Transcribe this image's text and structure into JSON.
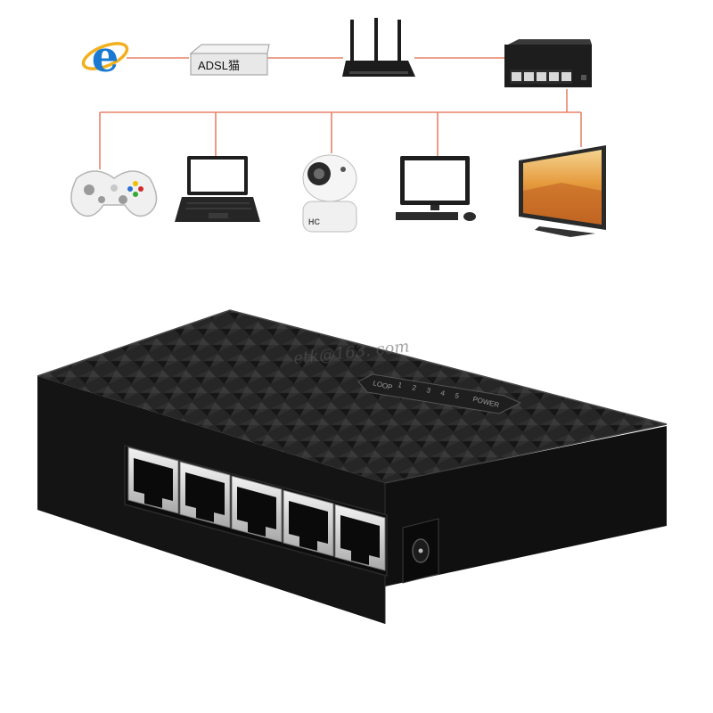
{
  "diagram": {
    "modem_label": "ADSL猫",
    "top_devices": [
      {
        "name": "internet-explorer-icon"
      },
      {
        "name": "adsl-modem"
      },
      {
        "name": "wireless-router"
      },
      {
        "name": "network-switch-small"
      }
    ],
    "bottom_devices": [
      {
        "name": "game-controller"
      },
      {
        "name": "laptop"
      },
      {
        "name": "ip-camera"
      },
      {
        "name": "desktop-computer"
      },
      {
        "name": "television"
      }
    ],
    "camera_logo": "HC"
  },
  "product": {
    "watermark": "etk@163. com",
    "led_labels": [
      "LOOP",
      "1",
      "2",
      "3",
      "4",
      "5",
      "POWER"
    ],
    "port_count": 5
  },
  "colors": {
    "connection_line": "#e8826a",
    "switch_body": "#1b1b1b",
    "port_metal": "#d6d6d6",
    "ie_blue": "#1a79d1",
    "ie_ring": "#f2b01e"
  }
}
